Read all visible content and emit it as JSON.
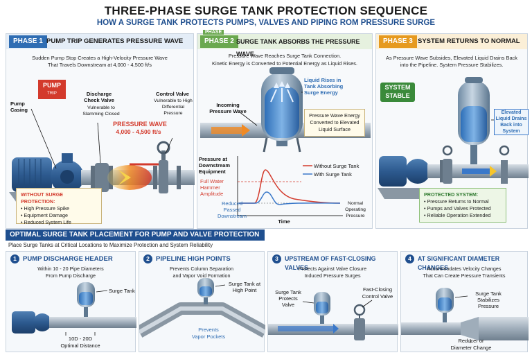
{
  "header": {
    "title": "THREE-PHASE SURGE TANK PROTECTION SEQUENCE",
    "subtitle": "HOW A SURGE TANK PROTECTS PUMPS, VALVES AND PIPING ROM PRESSURE SURGE"
  },
  "phase1": {
    "tag": "PHASE 1",
    "title": "PUMP TRIP GENERATES PRESSURE WAVE",
    "desc_line1": "Sudden Pump Stop Creates a High-Velocity Pressure Wave",
    "desc_line2": "That Travels Downstream at 4,000 - 4,500 ft/s",
    "pump_sign": "PUMP",
    "pump_sign_sub": "TRIP",
    "pump_casing": "Pump Casing",
    "check_valve_title": "Discharge Check Valve",
    "check_valve_sub": "Vulnerable to Slamming Closed",
    "control_valve_title": "Control Valve",
    "control_valve_sub": "Vulnerable to High Differential Pressure",
    "wave_label": "PRESSURE WAVE",
    "wave_speed": "4,000 - 4,500 ft/s",
    "warn_title": "WITHOUT SURGE PROTECTION:",
    "warn_items": [
      "High Pressure Spike",
      "Equipment Damage",
      "Reduced System Life"
    ]
  },
  "phase2": {
    "tag_small": "PHASE",
    "tag": "PHASE 2",
    "title": "SURGE TANK ABSORBS THE PRESSURE WAVE",
    "desc_line1": "Pressure Wave Reaches Surge Tank Connection.",
    "desc_line2": "Kinetic Energy is Converted to Potential Energy as Liquid Rises.",
    "liquid_rises": "Liquid Rises in Tank Absorbing Surge Energy",
    "incoming": "Incoming Pressure Wave",
    "converted": "Pressure Wave Energy Converted to Elevated Liquid Surface",
    "chart_ylabel": "Pressure at Downstream Equipment",
    "full_hammer": "Full Water Hammer Amplitude",
    "reduced": "Reduced Passed Downstream",
    "normal": "Normal Operating Pressure",
    "time": "Time",
    "legend_without": "Without Surge Tank",
    "legend_with": "With Surge Tank"
  },
  "phase3": {
    "tag": "PHASE 3",
    "title": "SYSTEM RETURNS TO NORMAL",
    "desc_line1": "As Pressure Wave Subsides, Elevated Liquid Drains Back",
    "desc_line2": "into the Pipeline. System Pressure Stabilizes.",
    "stable_line1": "SYSTEM",
    "stable_line2": "STABLE",
    "elevated": "Elevated Liquid Drains Back into System",
    "protect_title": "PROTECTED SYSTEM:",
    "protect_items": [
      "Pressure Returns to Normal",
      "Pumps and Valves Protected",
      "Reliable Operation Extended"
    ]
  },
  "placement": {
    "section_title": "OPTIMAL SURGE TANK PLACEMENT FOR PUMP AND VALVE PROTECTION",
    "section_desc": "Place Surge Tanks at Critical Locations to Maximize Protection and System Reliability",
    "cards": [
      {
        "num": "1",
        "title": "PUMP DISCHARGE HEADER",
        "desc1": "Within 10 - 20 Pipe Diameters",
        "desc2": "From Pump Discharge",
        "callout": "Surge Tank",
        "extra1": "10D - 20D",
        "extra2": "Optimal Distance"
      },
      {
        "num": "2",
        "title": "PIPELINE HIGH POINTS",
        "desc1": "Prevents Column Separation",
        "desc2": "and Vapor Void Formation",
        "callout": "Surge Tank at High Point",
        "extra1": "Prevents",
        "extra2": "Vapor Pockets"
      },
      {
        "num": "3",
        "title": "UPSTREAM OF FAST-CLOSING VALVES",
        "desc1": "Protects Against Valve Closure",
        "desc2": "Induced Pressure Surges",
        "callout": "Surge Tank Protects Valve",
        "extra1": "Fast-Closing",
        "extra2": "Control Valve"
      },
      {
        "num": "4",
        "title": "AT SIGNIFICANT DIAMETER CHANGES",
        "desc1": "Accommodates Velocity Changes",
        "desc2": "That Can Create Pressure Transients",
        "callout": "Surge Tank Stabilizes Pressure",
        "extra1": "Reducer or",
        "extra2": "Diameter Change"
      }
    ]
  },
  "colors": {
    "phase1": "#2f6db3",
    "phase2": "#6aa84f",
    "phase3": "#e69a1f",
    "navy": "#1f4f8f",
    "red": "#d33a2c",
    "blue_line": "#3a78c9",
    "green_badge": "#3a8a3a",
    "pipe": "#9aa7b3",
    "tank": "#7f9bb5"
  }
}
